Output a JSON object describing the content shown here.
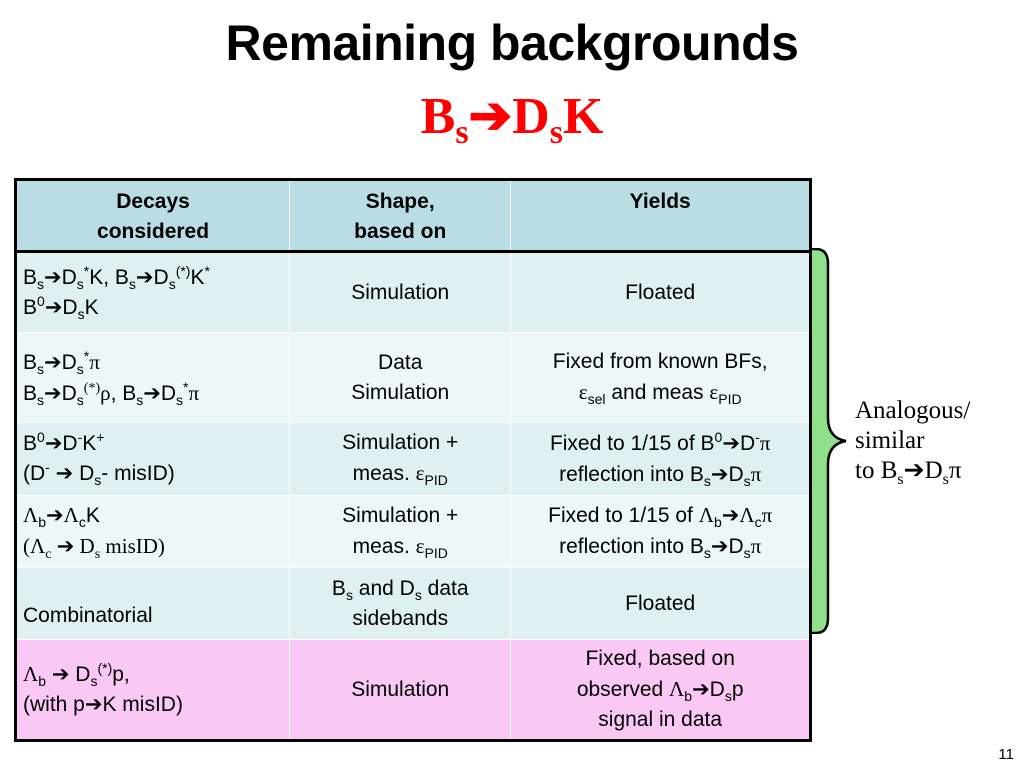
{
  "slide": {
    "title": "Remaining backgrounds",
    "subtitle_b": "B",
    "subtitle_s1": "s",
    "subtitle_arrow": "➔",
    "subtitle_d": "D",
    "subtitle_s2": "s",
    "subtitle_k": "K",
    "page_number": "11"
  },
  "table": {
    "headers": {
      "decays_l1": "Decays",
      "decays_l2": "considered",
      "shape_l1": "Shape,",
      "shape_l2": "based on",
      "yields": "Yields"
    },
    "rows": [
      {
        "shape": "Simulation",
        "yields": "Floated"
      },
      {
        "shape_l1": "Data",
        "shape_l2": "Simulation",
        "yields_l1": "Fixed from known BFs,",
        "yields_l2_mid": " and meas "
      },
      {
        "shape_l1": "Simulation +",
        "shape_l2": "meas. ",
        "yields_l1": "Fixed to 1/15 of B",
        "yields_l2": "reflection into B"
      },
      {
        "shape_l1": "Simulation +",
        "shape_l2": "meas. ",
        "yields_l1": "Fixed to 1/15 of ",
        "yields_l2": "reflection into B"
      },
      {
        "decay": "Combinatorial",
        "shape_l1": "B",
        "shape_l1_mid": " and D",
        "shape_l1_end": " data",
        "shape_l2": "sidebands",
        "yields": "Floated"
      },
      {
        "decay_l2": "(with p",
        "decay_l2_end": "K misID)",
        "shape": "Simulation",
        "yields_l1": "Fixed, based on",
        "yields_l2": "observed ",
        "yields_l3": "signal in data"
      }
    ]
  },
  "note": {
    "line1": "Analogous/",
    "line2": "similar",
    "line3_pre": "to B",
    "line3_s1": "s",
    "line3_arrow": "➔",
    "line3_d": "D",
    "line3_s2": "s",
    "line3_pi": "π"
  },
  "colors": {
    "subtitle": "#ff0000",
    "header_bg": "#b9dde2",
    "row_bg": "#dff0f2",
    "row_alt_bg": "#eef7f8",
    "last_row_bg": "#fac8f4",
    "bracket_fill": "#8ee08a"
  }
}
